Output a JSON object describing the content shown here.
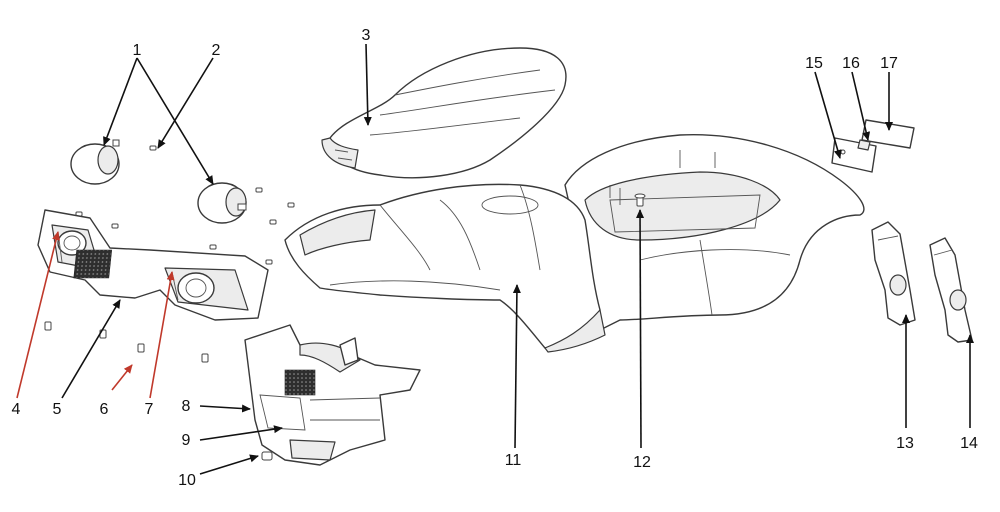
{
  "colors": {
    "leader_black": "#111111",
    "leader_red": "#c0392b",
    "part_stroke": "#3a3a3a",
    "mesh": "#2e2e2e"
  },
  "callouts": {
    "c1": "1",
    "c2": "2",
    "c3": "3",
    "c4": "4",
    "c5": "5",
    "c6": "6",
    "c7": "7",
    "c8": "8",
    "c9": "9",
    "c10": "10",
    "c11": "11",
    "c12": "12",
    "c13": "13",
    "c14": "14",
    "c15": "15",
    "c16": "16",
    "c17": "17"
  }
}
